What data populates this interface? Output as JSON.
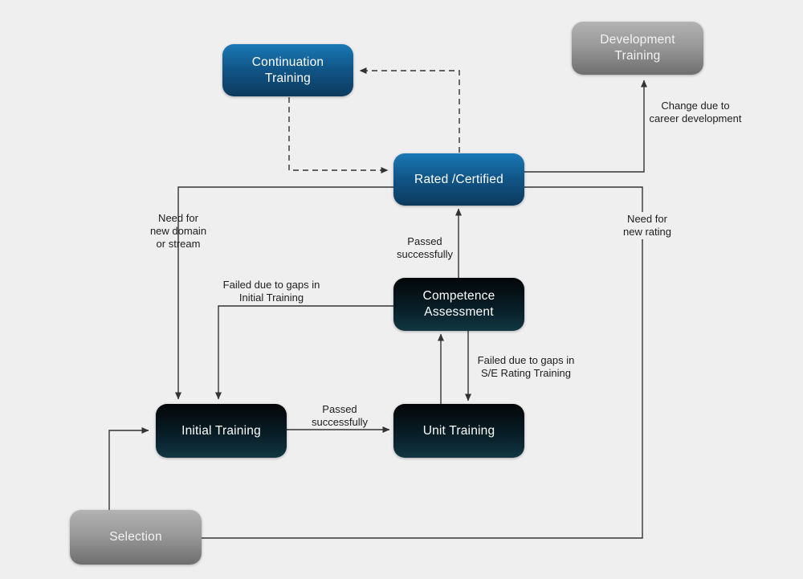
{
  "title": "Training process flow diagram",
  "colors": {
    "background": "#efefef",
    "line": "#333333",
    "label_text": "#1d1d1d",
    "blue_node_top": "#1a79b5",
    "blue_node_bottom": "#0c3a5d",
    "dark_node_top": "#040608",
    "dark_node_bottom": "#113642",
    "gray_node_top": "#b3b3b3",
    "gray_node_bottom": "#6e6e6e",
    "node_text": "#ffffff"
  },
  "nodes": {
    "continuation": {
      "label": "Continuation\nTraining"
    },
    "development": {
      "label": "Development\nTraining"
    },
    "rated": {
      "label": "Rated /Certified"
    },
    "competence": {
      "label": "Competence\nAssessment"
    },
    "initial": {
      "label": "Initial Training"
    },
    "unit": {
      "label": "Unit Training"
    },
    "selection": {
      "label": "Selection"
    }
  },
  "edge_labels": {
    "change_due": "Change due to\ncareer development",
    "need_rating": "Need for\nnew rating",
    "need_domain": "Need for\nnew domain\nor stream",
    "failed_initial": "Failed due to gaps in\nInitial Training",
    "passed_upper": "Passed\nsuccessfully",
    "passed_lower": "Passed\nsuccessfully",
    "failed_se": "Failed due to gaps in\nS/E Rating Training"
  }
}
